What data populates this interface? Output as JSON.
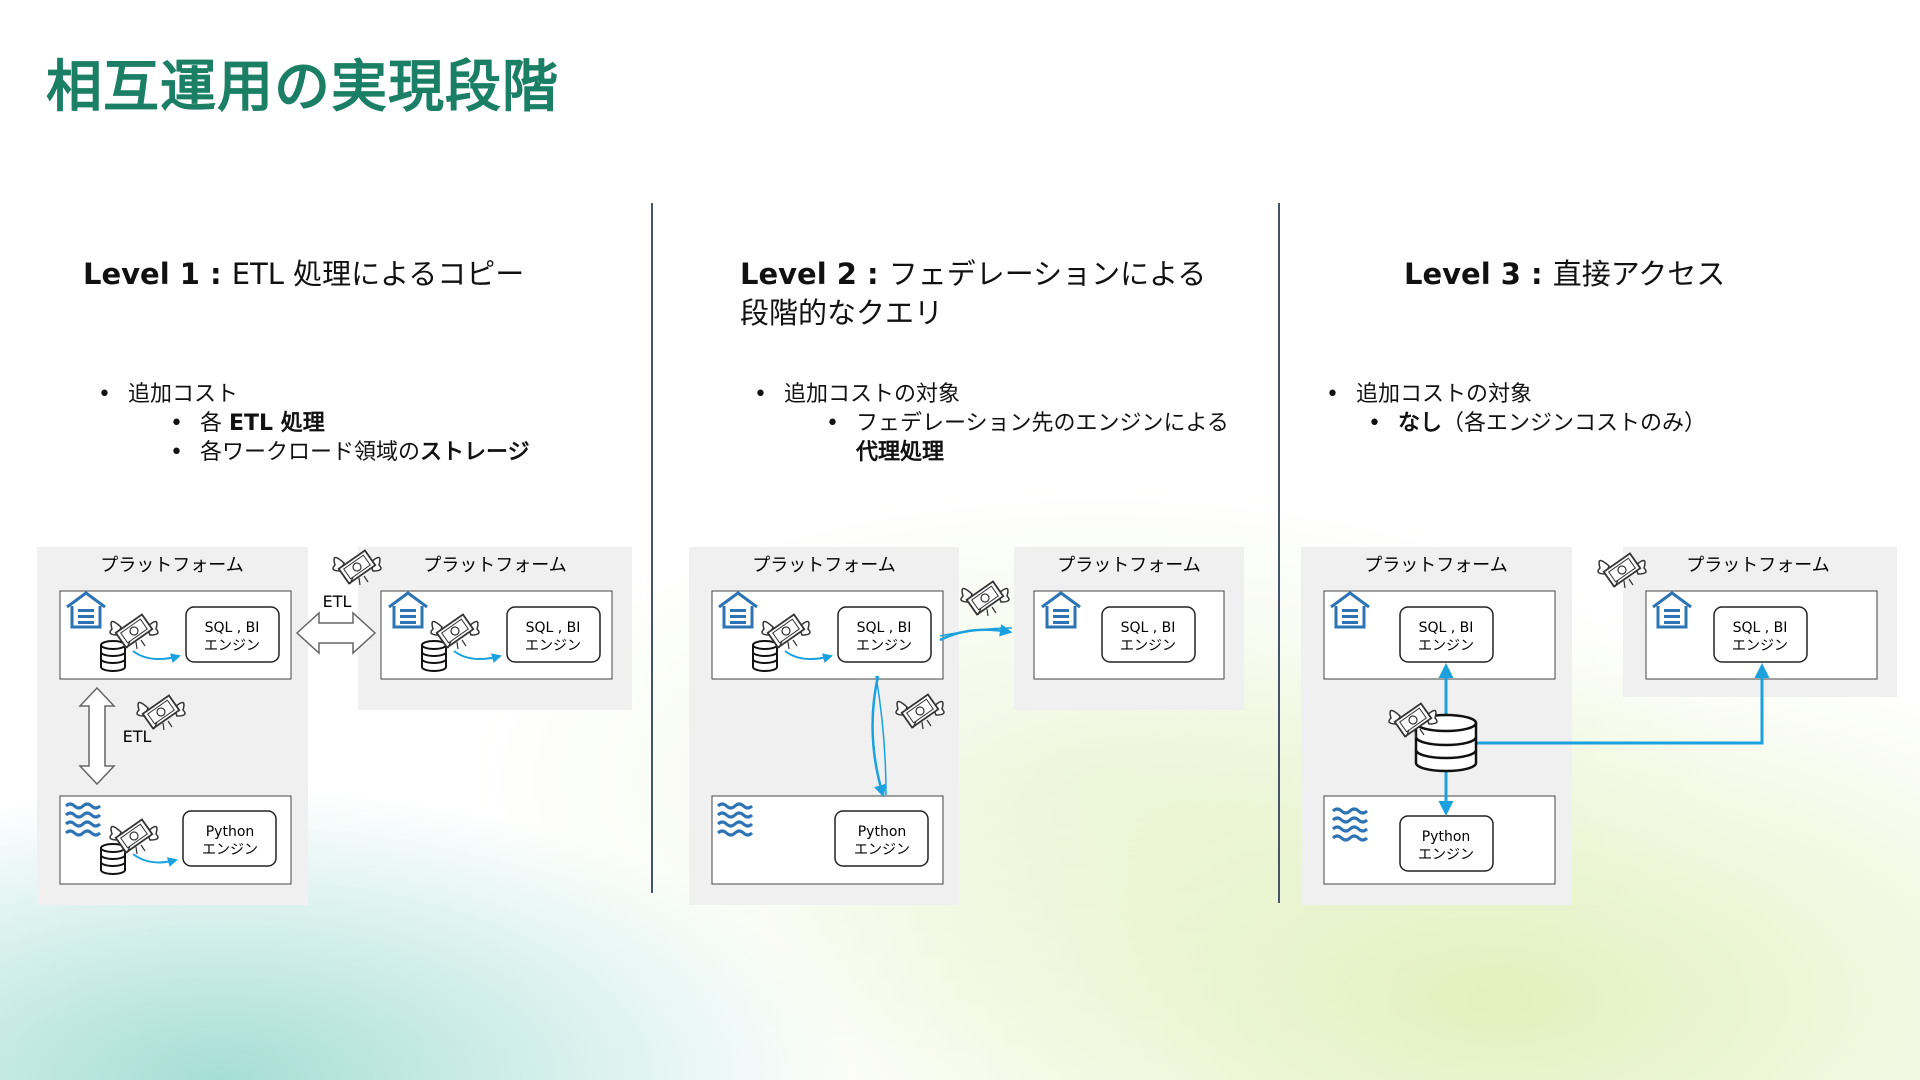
{
  "title": "相互運用の実現段階",
  "levels": [
    {
      "label": "Level 1",
      "desc": "ETL 処理によるコピー",
      "bullet": "追加コスト",
      "subs": [
        {
          "prefix": "各 ",
          "bold": "ETL 処理",
          "suffix": ""
        },
        {
          "prefix": "各ワークロード領域の",
          "bold": "ストレージ",
          "suffix": ""
        }
      ]
    },
    {
      "label": "Level 2",
      "desc_line1": "フェデレーションによる",
      "desc_line2": "段階的なクエリ",
      "bullet": "追加コストの対象",
      "sub_line1": "フェデレーション先のエンジンによる",
      "sub_bold": "代理処理"
    },
    {
      "label": "Level 3",
      "desc": "直接アクセス",
      "bullet": "追加コストの対象",
      "sub_bold": "なし",
      "sub_rest": "（各エンジンコストのみ）"
    }
  ],
  "diagram": {
    "platform_label": "プラットフォーム",
    "sql_engine_line1": "SQL , BI",
    "sql_engine_line2": "エンジン",
    "python_engine_line1": "Python",
    "python_engine_line2": "エンジン",
    "etl_label": "ETL"
  },
  "colors": {
    "title": "#1b7f66",
    "divider": "#44546a",
    "arrow": "#1ba1dd",
    "icon": "#2e74b5",
    "panel": "#f0f0f0"
  }
}
